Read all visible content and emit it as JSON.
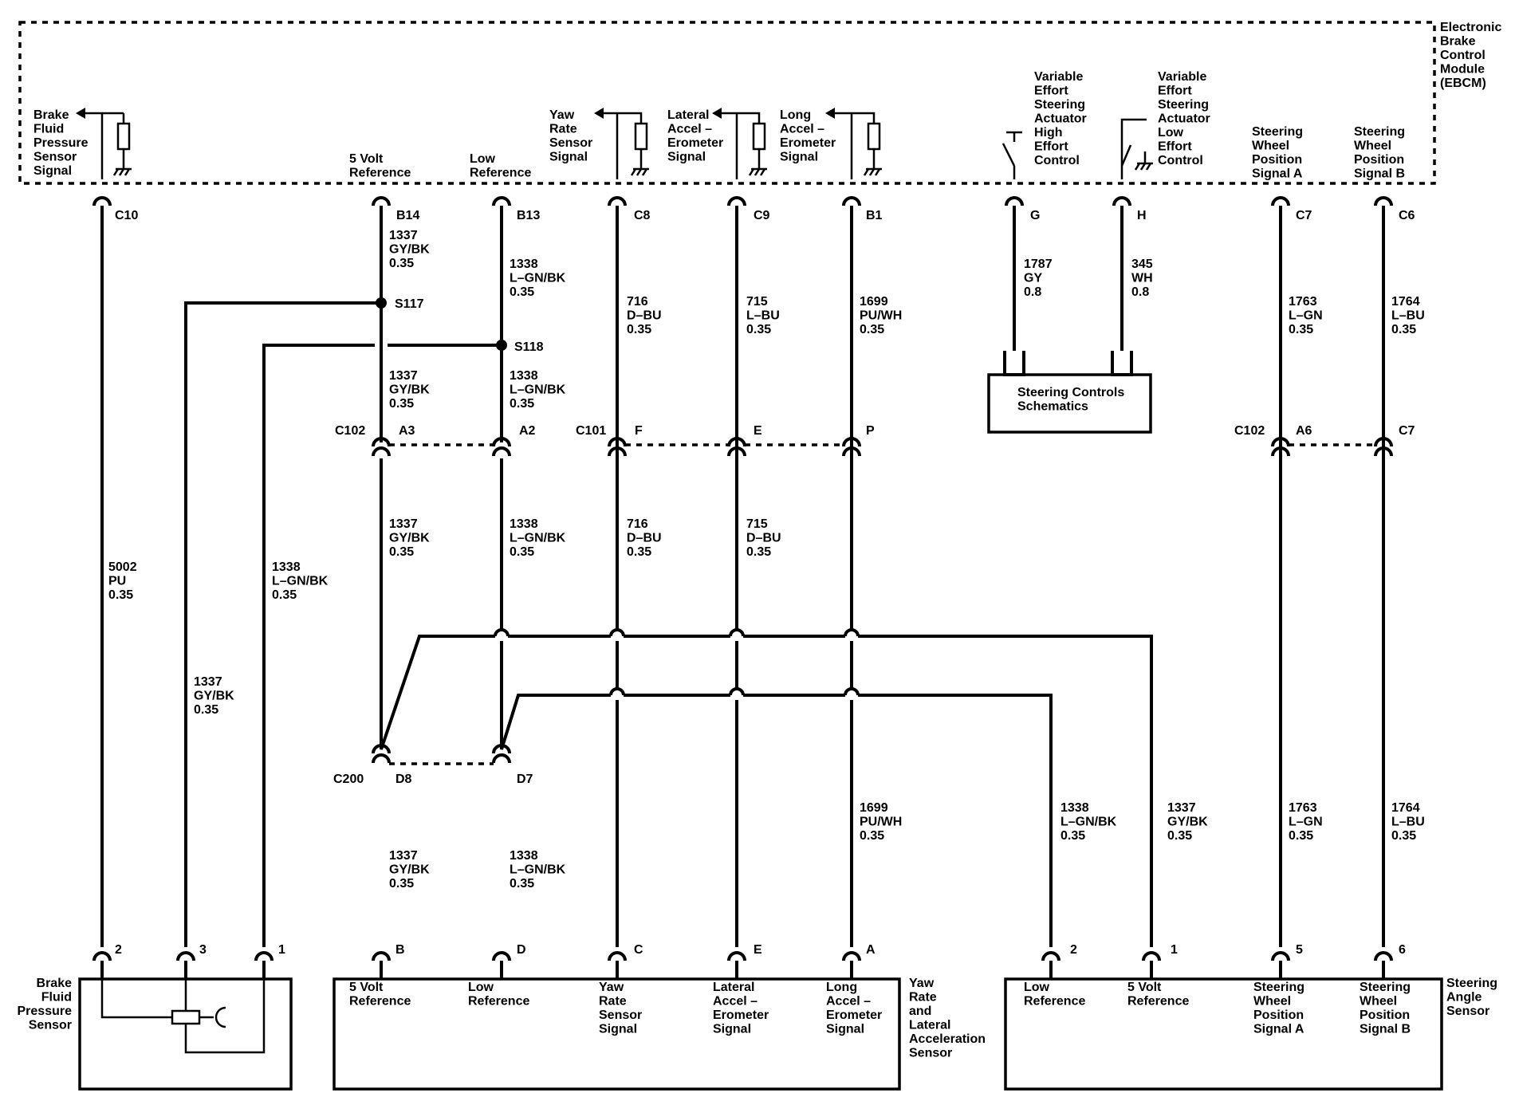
{
  "module": {
    "title": [
      "Electronic",
      "Brake",
      "Control",
      "Module",
      "(EBCM)"
    ]
  },
  "module_pins": [
    {
      "id": "brake",
      "label": [
        "Brake",
        "Fluid",
        "Pressure",
        "Sensor",
        "Signal"
      ],
      "cavity": "C10"
    },
    {
      "id": "fivev",
      "label": [
        "5 Volt",
        "Reference"
      ],
      "cavity": "B14"
    },
    {
      "id": "lowref",
      "label": [
        "Low",
        "Reference"
      ],
      "cavity": "B13"
    },
    {
      "id": "yaw",
      "label": [
        "Yaw",
        "Rate",
        "Sensor",
        "Signal"
      ],
      "cavity": "C8"
    },
    {
      "id": "lat",
      "label": [
        "Lateral",
        "Accel –",
        "Erometer",
        "Signal"
      ],
      "cavity": "C9"
    },
    {
      "id": "long",
      "label": [
        "Long",
        "Accel –",
        "Erometer",
        "Signal"
      ],
      "cavity": "B1"
    },
    {
      "id": "high",
      "label": [
        "Variable",
        "Effort",
        "Steering",
        "Actuator",
        "High",
        "Effort",
        "Control"
      ],
      "cavity": "G"
    },
    {
      "id": "low",
      "label": [
        "Variable",
        "Effort",
        "Steering",
        "Actuator",
        "Low",
        "Effort",
        "Control"
      ],
      "cavity": "H"
    },
    {
      "id": "swa",
      "label": [
        "Steering",
        "Wheel",
        "Position",
        "Signal A"
      ],
      "cavity": "C7"
    },
    {
      "id": "swb",
      "label": [
        "Steering",
        "Wheel",
        "Position",
        "Signal B"
      ],
      "cavity": "C6"
    }
  ],
  "wire_labels": {
    "w1337_top": [
      "1337",
      "GY/BK",
      "0.35"
    ],
    "w1338_top": [
      "1338",
      "L–GN/BK",
      "0.35"
    ],
    "w716_top": [
      "716",
      "D–BU",
      "0.35"
    ],
    "w715_top": [
      "715",
      "L–BU",
      "0.35"
    ],
    "w1699_top": [
      "1699",
      "PU/WH",
      "0.35"
    ],
    "w1787": [
      "1787",
      "GY",
      "0.8"
    ],
    "w345": [
      "345",
      "WH",
      "0.8"
    ],
    "w1763_top": [
      "1763",
      "L–GN",
      "0.35"
    ],
    "w1764_top": [
      "1764",
      "L–BU",
      "0.35"
    ],
    "w1337_mid": [
      "1337",
      "GY/BK",
      "0.35"
    ],
    "w1338_mid": [
      "1338",
      "L–GN/BK",
      "0.35"
    ],
    "w5002": [
      "5002",
      "PU",
      "0.35"
    ],
    "w1338_left": [
      "1338",
      "L–GN/BK",
      "0.35"
    ],
    "w1337_left": [
      "1337",
      "GY/BK",
      "0.35"
    ],
    "w1337_c101": [
      "1337",
      "GY/BK",
      "0.35"
    ],
    "w1338_c101": [
      "1338",
      "L–GN/BK",
      "0.35"
    ],
    "w716_mid": [
      "716",
      "D–BU",
      "0.35"
    ],
    "w715_mid": [
      "715",
      "D–BU",
      "0.35"
    ],
    "w1337_bot": [
      "1337",
      "GY/BK",
      "0.35"
    ],
    "w1338_bot": [
      "1338",
      "L–GN/BK",
      "0.35"
    ],
    "w1699_bot": [
      "1699",
      "PU/WH",
      "0.35"
    ],
    "w1338_right": [
      "1338",
      "L–GN/BK",
      "0.35"
    ],
    "w1337_right": [
      "1337",
      "GY/BK",
      "0.35"
    ],
    "w1763_bot": [
      "1763",
      "L–GN",
      "0.35"
    ],
    "w1764_bot": [
      "1764",
      "L–BU",
      "0.35"
    ]
  },
  "splices": {
    "s117": "S117",
    "s118": "S118"
  },
  "connectors": {
    "c102a": {
      "name": "C102",
      "pins": [
        "A3",
        "A2"
      ]
    },
    "c101": {
      "name": "C101",
      "pins": [
        "F",
        "E",
        "P"
      ]
    },
    "c102b": {
      "name": "C102",
      "pins": [
        "A6",
        "C7"
      ]
    },
    "c200": {
      "name": "C200",
      "pins": [
        "D8",
        "D7"
      ]
    }
  },
  "steering_controls": [
    "Steering Controls",
    "Schematics"
  ],
  "components": {
    "brake_sensor": {
      "name": [
        "Brake",
        "Fluid",
        "Pressure",
        "Sensor"
      ],
      "pins": [
        "2",
        "3",
        "1"
      ]
    },
    "yaw_sensor": {
      "name": [
        "Yaw",
        "Rate",
        "and",
        "Lateral",
        "Acceleration",
        "Sensor"
      ],
      "pins": [
        "B",
        "D",
        "C",
        "E",
        "A"
      ],
      "terminals": [
        [
          "5 Volt",
          "Reference"
        ],
        [
          "Low",
          "Reference"
        ],
        [
          "Yaw",
          "Rate",
          "Sensor",
          "Signal"
        ],
        [
          "Lateral",
          "Accel –",
          "Erometer",
          "Signal"
        ],
        [
          "Long",
          "Accel –",
          "Erometer",
          "Signal"
        ]
      ]
    },
    "angle_sensor": {
      "name": [
        "Steering",
        "Angle",
        "Sensor"
      ],
      "pins": [
        "2",
        "1",
        "5",
        "6"
      ],
      "terminals": [
        [
          "Low",
          "Reference"
        ],
        [
          "5 Volt",
          "Reference"
        ],
        [
          "Steering",
          "Wheel",
          "Position",
          "Signal A"
        ],
        [
          "Steering",
          "Wheel",
          "Position",
          "Signal B"
        ]
      ]
    }
  }
}
